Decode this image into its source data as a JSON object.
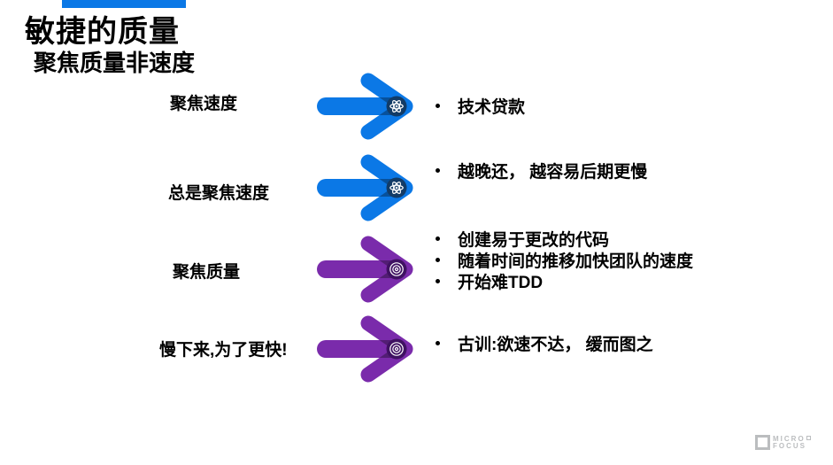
{
  "slide": {
    "title": "敏捷的质量",
    "subtitle": "聚焦质量非速度",
    "accent_bar_color": "#0B78E6",
    "rows": [
      {
        "label": "聚焦速度",
        "theme": "blue",
        "icon": "atom-icon",
        "bullets": [
          "技术贷款"
        ]
      },
      {
        "label": "总是聚焦速度",
        "theme": "blue",
        "icon": "atom-icon",
        "bullets": [
          "越晚还， 越容易后期更慢"
        ]
      },
      {
        "label": "聚焦质量",
        "theme": "purple",
        "icon": "target-icon",
        "bullets": [
          "创建易于更改的代码",
          "随着时间的推移加快团队的速度",
          "开始难TDD"
        ]
      },
      {
        "label": "慢下来,为了更快!",
        "theme": "purple",
        "icon": "target-icon",
        "bullets": [
          "古训:欲速不达， 缓而图之"
        ]
      }
    ],
    "colors": {
      "blue": "#0B78E6",
      "blue_circle": "#123B66",
      "purple": "#7A2BAB",
      "purple_circle": "#3F1162",
      "text": "#000000",
      "logo_gray": "#BBBDBF"
    },
    "logo": {
      "line1": "MICRO",
      "line2": "FOCUS"
    }
  }
}
